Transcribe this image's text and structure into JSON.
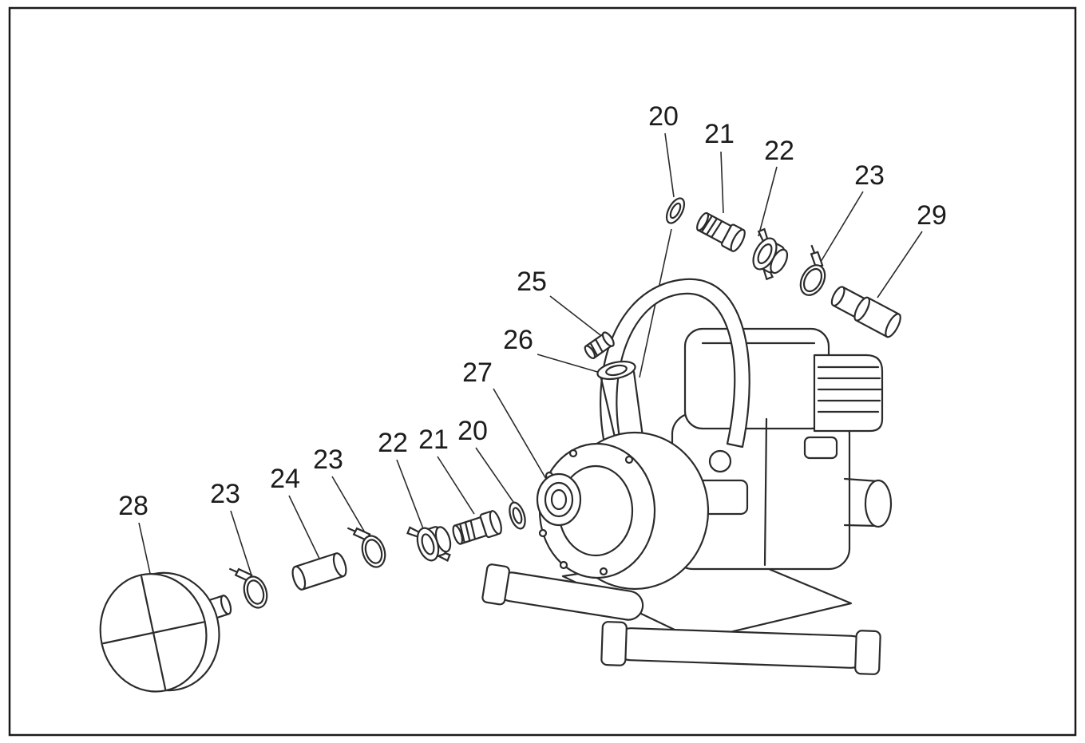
{
  "figure": {
    "type": "exploded-parts-diagram",
    "colors": {
      "background": "#ffffff",
      "line": "#2b2b2b",
      "label": "#1c1c1c",
      "border": "#1a1a1a"
    },
    "callouts": {
      "discharge_line": [
        {
          "label": "20"
        },
        {
          "label": "21"
        },
        {
          "label": "22"
        },
        {
          "label": "23"
        },
        {
          "label": "29"
        }
      ],
      "pump_body": [
        {
          "label": "25"
        },
        {
          "label": "26"
        },
        {
          "label": "27"
        }
      ],
      "suction_inner": [
        {
          "label": "22"
        },
        {
          "label": "21"
        },
        {
          "label": "20"
        }
      ],
      "suction_outer": [
        {
          "label": "28"
        },
        {
          "label": "23"
        },
        {
          "label": "24"
        },
        {
          "label": "23"
        }
      ]
    }
  }
}
